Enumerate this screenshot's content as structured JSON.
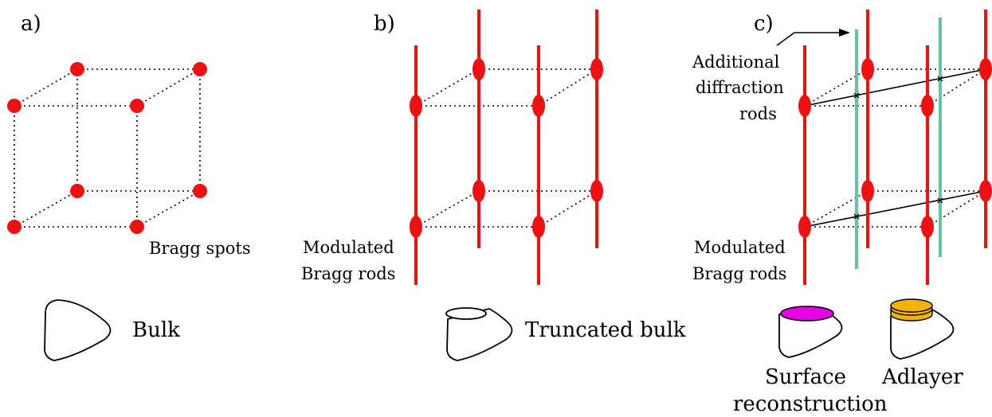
{
  "panels": {
    "a": {
      "label": "a)",
      "spot_label": "Bragg spots",
      "shape_label": "Bulk"
    },
    "b": {
      "label": "b)",
      "rod_label_line1": "Modulated",
      "rod_label_line2": "Bragg rods",
      "shape_label": "Truncated bulk"
    },
    "c": {
      "label": "c)",
      "extra_label_line1": "Additional",
      "extra_label_line2": "diffraction",
      "extra_label_line3": "rods",
      "rod_label_line1": "Modulated",
      "rod_label_line2": "Bragg rods",
      "shape1_label_line1": "Surface",
      "shape1_label_line2": "reconstruction",
      "shape2_label": "Adlayer"
    }
  },
  "colors": {
    "bragg": "#ee1111",
    "additional_rod": "#66c2a5",
    "surface_reconstruction": "#e600e6",
    "adlayer": "#f5b200",
    "line": "#000000"
  }
}
